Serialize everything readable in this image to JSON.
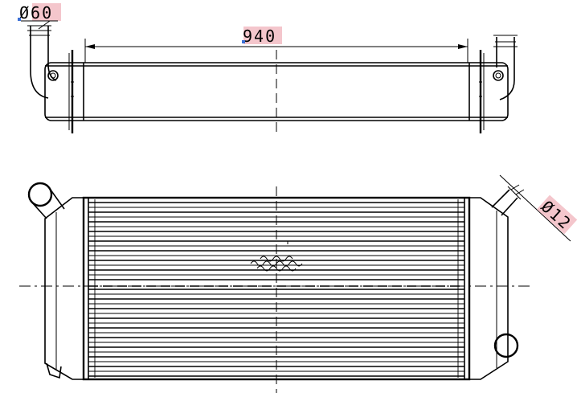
{
  "dimensions": {
    "pipe_diameter": "Ø60",
    "core_length": "940",
    "port_diameter": "Ø12"
  },
  "colors": {
    "line": "#000000",
    "label_highlight": "#f4c6cc",
    "marker": "#3b6fd6"
  }
}
